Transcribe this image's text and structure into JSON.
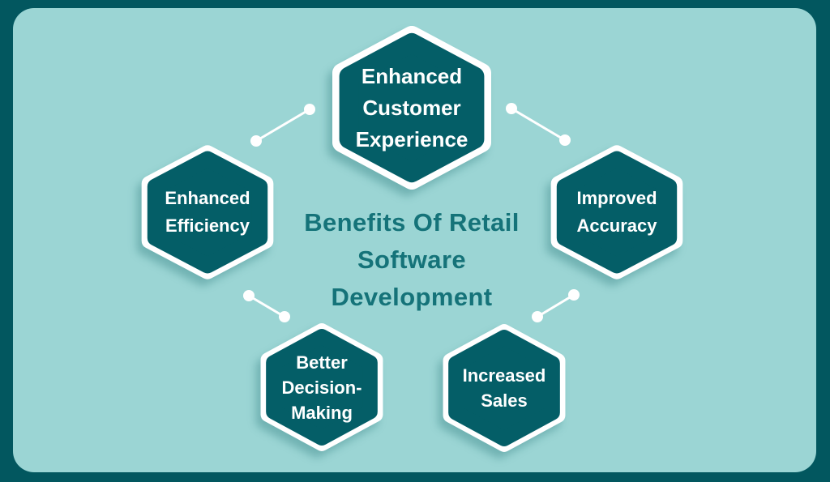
{
  "title": {
    "lines": [
      "Benefits Of Retail",
      "Software",
      "Development"
    ]
  },
  "hexagons": [
    {
      "name": "enhanced-customer-experience",
      "lines": [
        "Enhanced",
        "Customer",
        "Experience"
      ]
    },
    {
      "name": "enhanced-efficiency",
      "lines": [
        "Enhanced",
        "Efficiency"
      ]
    },
    {
      "name": "improved-accuracy",
      "lines": [
        "Improved",
        "Accuracy"
      ]
    },
    {
      "name": "better-decision-making",
      "lines": [
        "Better",
        "Decision-",
        "Making"
      ]
    },
    {
      "name": "increased-sales",
      "lines": [
        "Increased",
        "Sales"
      ]
    }
  ],
  "colors": {
    "frame": "#02575F",
    "panel_background": "#9BD5D4",
    "hexagon_fill": "#045E67",
    "hexagon_border": "#FFFFFF",
    "hexagon_text": "#FFFFFF",
    "title_text": "#157379",
    "connector": "#FFFFFF"
  }
}
